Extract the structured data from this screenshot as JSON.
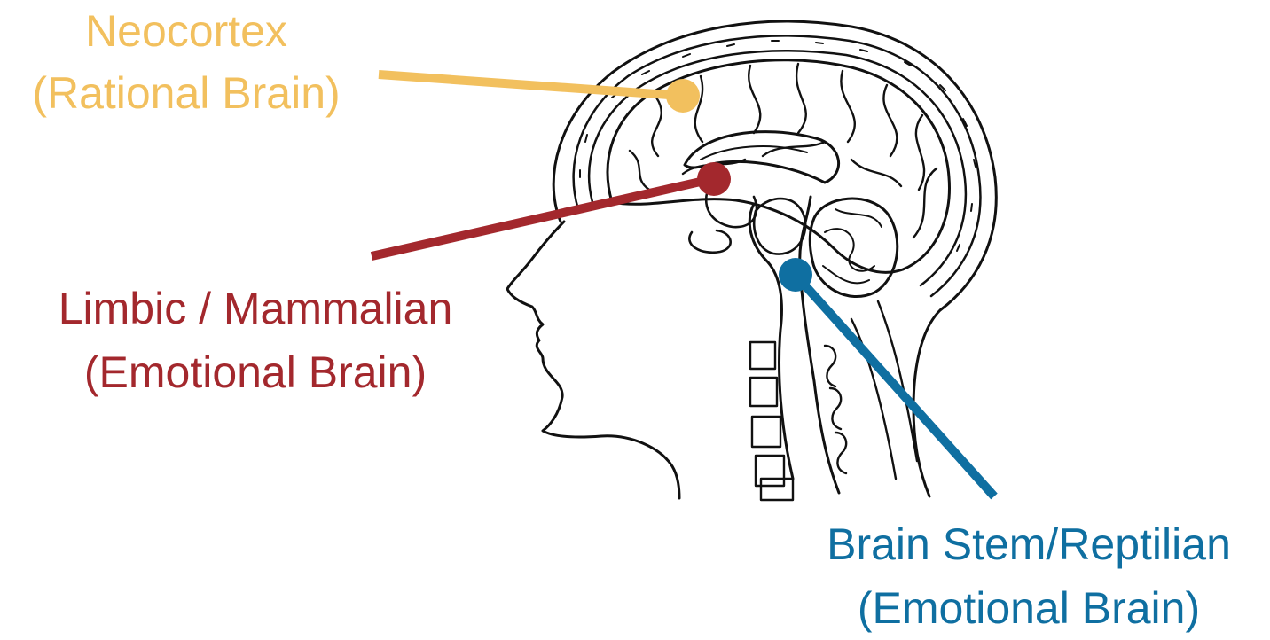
{
  "colors": {
    "neocortex": "#F2C05E",
    "limbic": "#A3282D",
    "brain_stem": "#0F6FA1",
    "outline": "#111111"
  },
  "illustration": {
    "icon": "brain-sagittal-section-illustration"
  },
  "labels": {
    "neocortex": {
      "line1": "Neocortex",
      "line2": "(Rational Brain)"
    },
    "limbic": {
      "line1": "Limbic / Mammalian",
      "line2": "(Emotional Brain)"
    },
    "brain_stem": {
      "line1": "Brain Stem/Reptilian",
      "line2": "(Emotional Brain)"
    }
  }
}
